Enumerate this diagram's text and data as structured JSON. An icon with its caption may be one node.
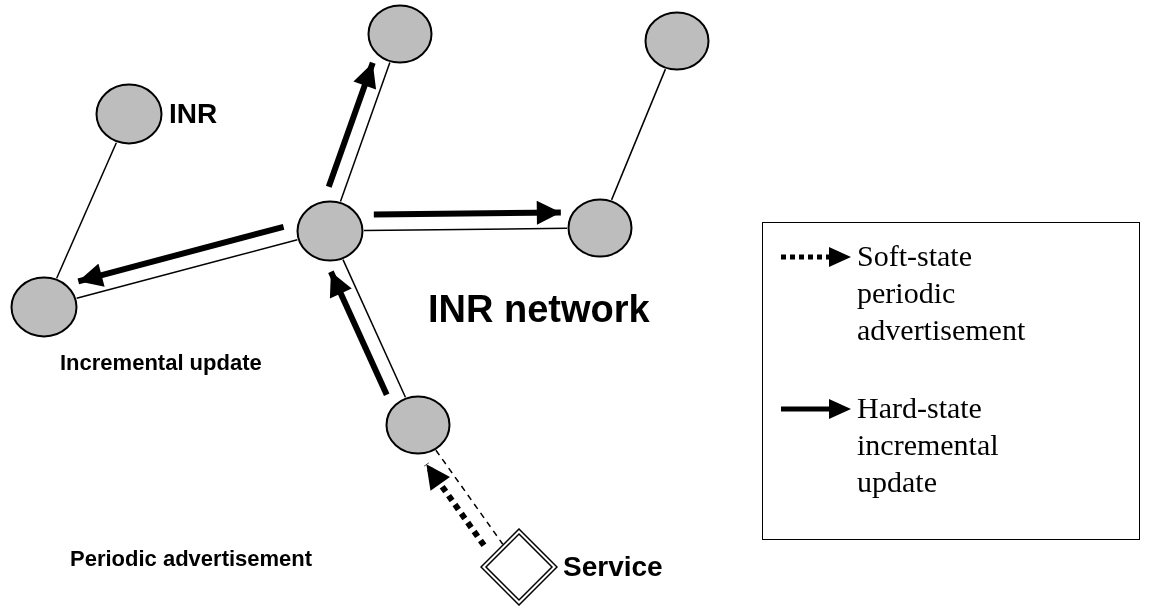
{
  "diagram": {
    "nodes": [
      {
        "text": [],
        "shape": "circle",
        "beside": [
          "INR"
        ]
      },
      {
        "text": [],
        "shape": "circle"
      },
      {
        "text": [],
        "shape": "circle"
      },
      {
        "text": [],
        "shape": "circle"
      },
      {
        "text": [],
        "shape": "circle"
      },
      {
        "text": [],
        "shape": "circle"
      },
      {
        "text": [],
        "shape": "circle"
      },
      {
        "text": [],
        "shape": "diamond",
        "beside": [
          "Service"
        ]
      }
    ],
    "edges": [
      {
        "from": 0,
        "to": 3,
        "arrow": "none"
      },
      {
        "from": 3,
        "to": 4,
        "arrow": "none"
      },
      {
        "from": 4,
        "to": 1,
        "arrow": "none"
      },
      {
        "from": 4,
        "to": 5,
        "arrow": "none"
      },
      {
        "from": 5,
        "to": 2,
        "arrow": "none"
      },
      {
        "from": 4,
        "to": 6,
        "arrow": "none"
      },
      {
        "from": 6,
        "to": 7,
        "arrow": "none",
        "style": "dashed"
      },
      {
        "from": 4,
        "to": 1,
        "arrow": "to",
        "style": "thick"
      },
      {
        "from": 4,
        "to": 5,
        "arrow": "to",
        "style": "thick"
      },
      {
        "from": 4,
        "to": 3,
        "arrow": "to",
        "style": "thick"
      },
      {
        "from": 6,
        "to": 4,
        "arrow": "to",
        "style": "thick"
      },
      {
        "from": 7,
        "to": 6,
        "arrow": "to",
        "style": "dashed"
      }
    ],
    "labels": [
      "INR network",
      "Incremental update",
      "Periodic advertisement"
    ],
    "legend": [
      {
        "text": "Soft-state periodic advertisement"
      },
      {
        "text": "Hard-state incremental update"
      }
    ]
  }
}
